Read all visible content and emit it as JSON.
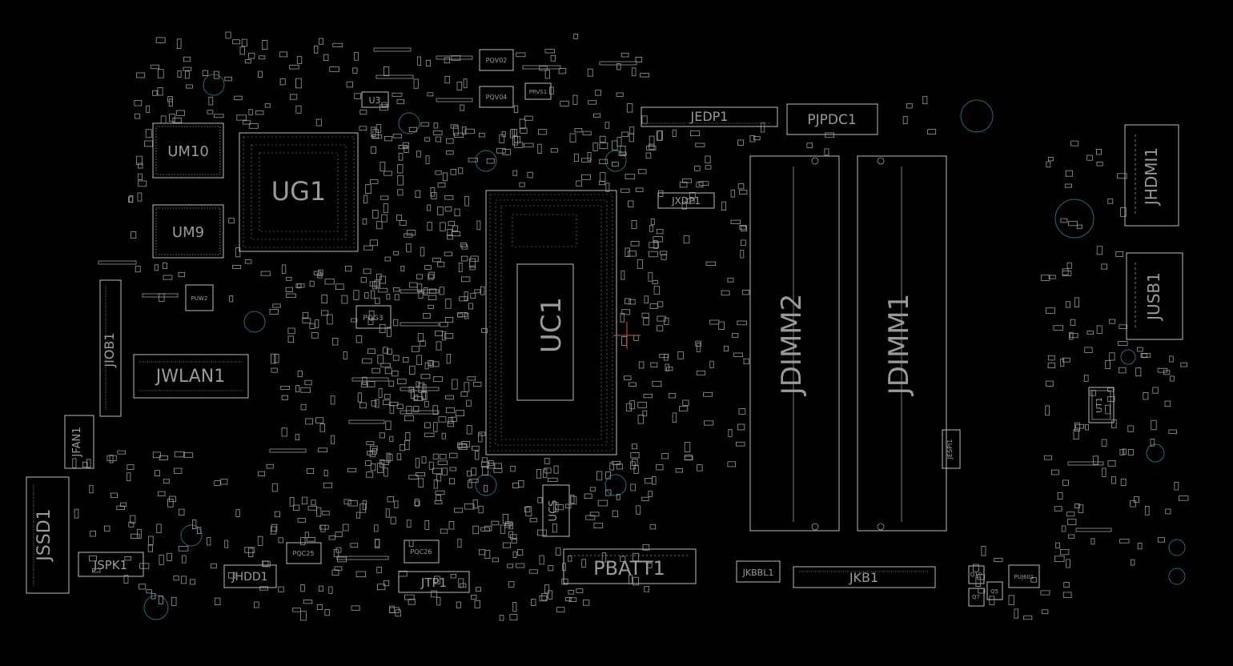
{
  "colors": {
    "background": "#000000",
    "outline": "#bdbdbd",
    "label": "#9a9a9a",
    "mounting_hole": "#2e6a7a",
    "cursor": "#d05050"
  },
  "components": {
    "um10": "UM10",
    "um9": "UM9",
    "ug1": "UG1",
    "uc1": "UC1",
    "jdimm2": "JDIMM2",
    "jdimm1": "JDIMM1",
    "jedp1": "JEDP1",
    "pjpdc1": "PJPDC1",
    "jxdp1": "JXDP1",
    "jhdmi1": "JHDMI1",
    "jusb1": "JUSB1",
    "jwlan1": "JWLAN1",
    "jiob1": "JIOB1",
    "jfan1": "JFAN1",
    "jssd1": "JSSD1",
    "jspk1": "JSPK1",
    "jhdd1": "JHDD1",
    "jtp1": "JTP1",
    "pbatt1": "PBATT1",
    "jkbbl1": "JKBBL1",
    "jkb1": "JKB1",
    "jespi1": "JESPI1",
    "u3": "U3",
    "ucs": "UCS",
    "pqg3": "PQG3",
    "pqc25": "PQC25",
    "pqc26": "PQC26",
    "pqv02": "PQV02",
    "pqv04": "PQV04",
    "prvs1": "PRVS1",
    "ut1": "UT1",
    "puj601": "PUJ601",
    "puw2": "PUW2",
    "q10": "Q10",
    "q7": "Q7",
    "q5": "Q5"
  }
}
